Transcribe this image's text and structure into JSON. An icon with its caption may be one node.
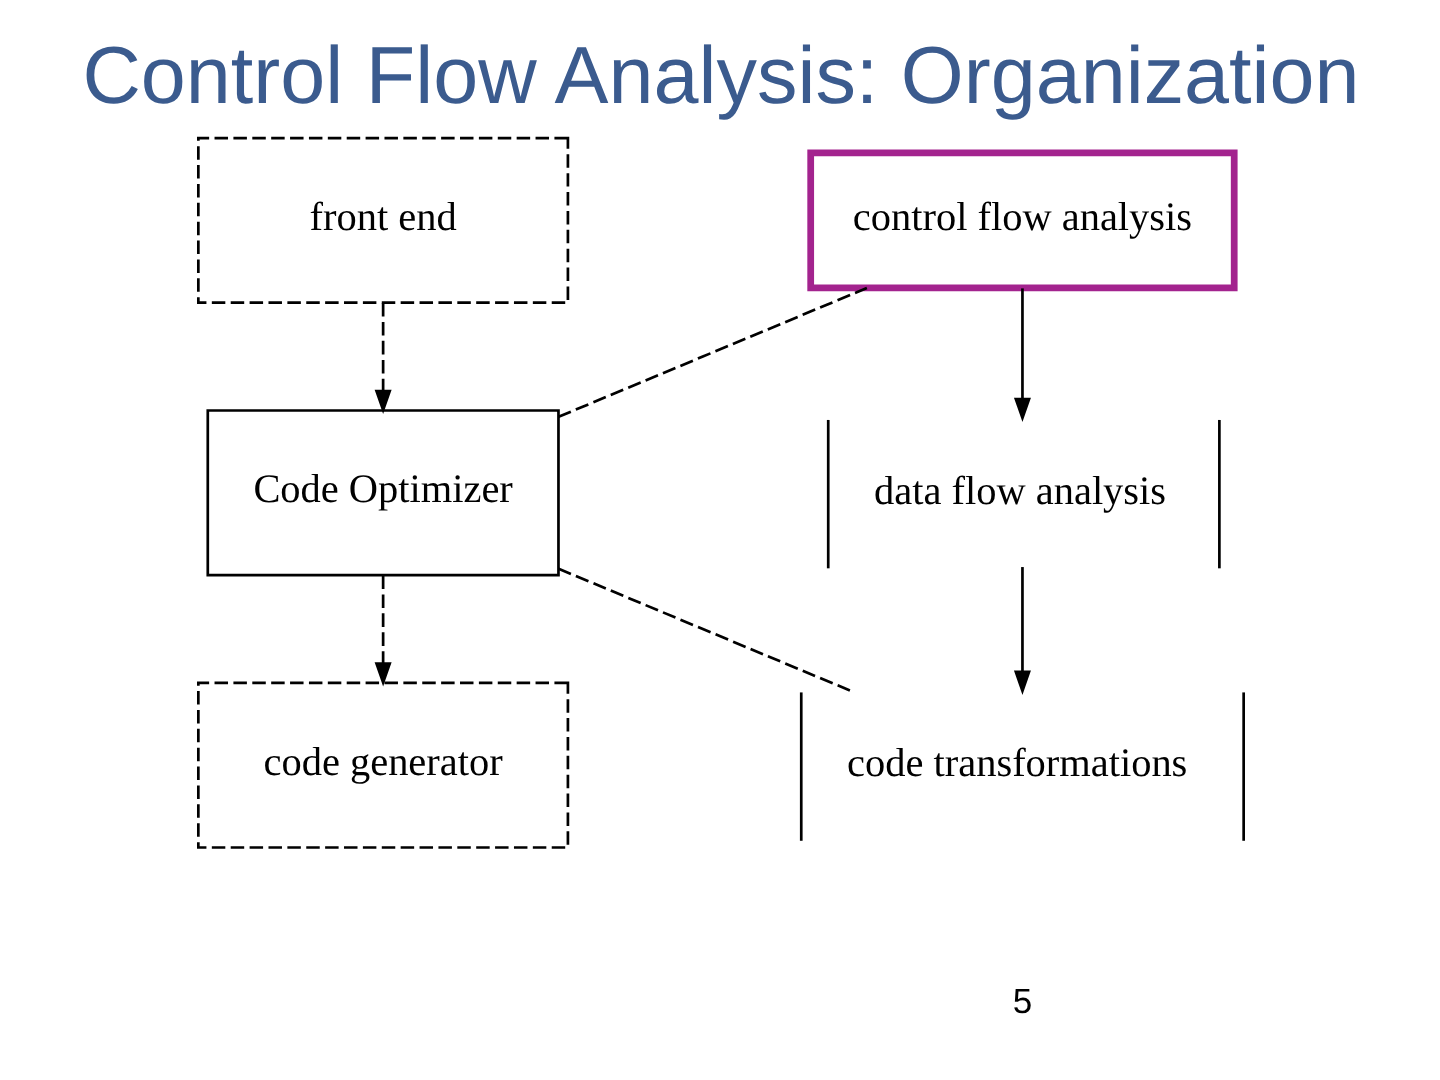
{
  "diagram": {
    "title": "Control Flow Analysis: Organization",
    "nodes": [
      {
        "text": [
          "front end"
        ]
      },
      {
        "text": [
          "Code Optimizer"
        ]
      },
      {
        "text": [
          "code generator"
        ]
      },
      {
        "text": [
          "control flow analysis"
        ]
      },
      {
        "text": [
          "data flow analysis"
        ]
      },
      {
        "text": [
          "code transformations"
        ]
      }
    ],
    "edges": [
      {
        "from": 0,
        "to": 1,
        "arrow": "to",
        "style": "dashed"
      },
      {
        "from": 1,
        "to": 2,
        "arrow": "to",
        "style": "dashed"
      },
      {
        "from": 1,
        "to": 3,
        "arrow": "none",
        "style": "dashed"
      },
      {
        "from": 1,
        "to": 5,
        "arrow": "none",
        "style": "dashed"
      },
      {
        "from": 3,
        "to": 4,
        "arrow": "to"
      },
      {
        "from": 4,
        "to": 5,
        "arrow": "to"
      }
    ],
    "labels": [
      "5"
    ]
  }
}
